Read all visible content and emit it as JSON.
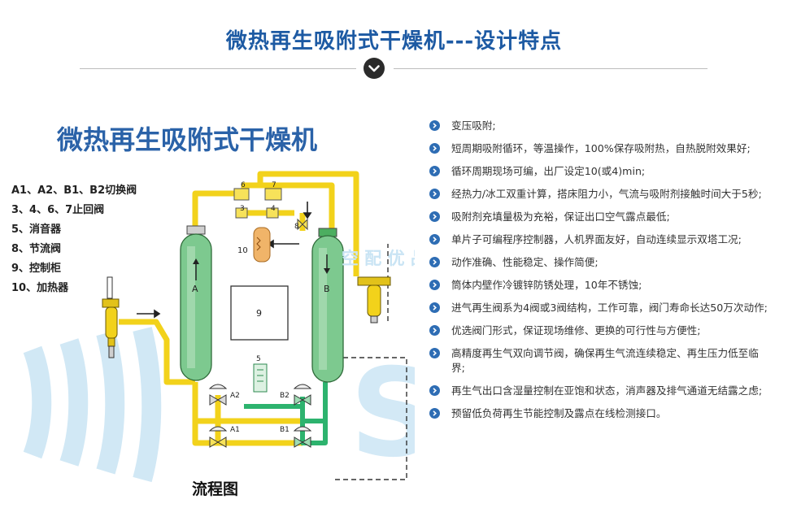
{
  "header": {
    "title": "微热再生吸附式干燥机---设计特点",
    "accent_color": "#1d5aa3",
    "toggle_icon": "chevron-down-icon"
  },
  "diagram": {
    "title": "微热再生吸附式干燥机",
    "legend": [
      "A1、A2、B1、B2切换阀",
      "3、4、6、7止回阀",
      "5、消音器",
      "8、节流阀",
      "9、控制柜",
      "10、加热器"
    ],
    "caption": "流程图",
    "tower_a": "A",
    "tower_b": "B",
    "control_box": "9",
    "heater": "10",
    "check_valves": [
      "6",
      "7",
      "3",
      "4"
    ],
    "throttle_valve": "8",
    "muffler": "5",
    "switch_valves": [
      "A2",
      "B2",
      "A1",
      "B1"
    ],
    "watermark": "空 配 优 品",
    "pipe_color": "#f2d21b",
    "purge_color": "#2db36e",
    "tower_color": "#7dc98f"
  },
  "features": {
    "bullet_icon": "chevron-right-circle-icon",
    "bullet_color": "#2e6db4",
    "items": [
      "变压吸附;",
      "短周期吸附循环，等温操作，100%保存吸附热，自热脱附效果好;",
      "循环周期现场可编，出厂设定10(或4)min;",
      "经热力/冰工双重计算，搭床阻力小，气流与吸附剂接触时间大于5秒;",
      "吸附剂充填量极为充裕，保证出口空气露点最低;",
      "单片子可编程序控制器，人机界面友好，自动连续显示双塔工况;",
      "动作准确、性能稳定、操作简便;",
      "筒体内壁作冷镀锌防锈处理，10年不锈蚀;",
      "进气再生阀系为4阀或3阀结构，工作可靠，阀门寿命长达50万次动作;",
      "优选阀门形式，保证现场维修、更换的可行性与方便性;",
      "高精度再生气双向调节阀，确保再生气流连续稳定、再生压力低至临界;",
      "再生气出口含湿量控制在亚饱和状态，消声器及排气通道无结露之虑;",
      "预留低负荷再生节能控制及露点在线检测接口。"
    ]
  }
}
